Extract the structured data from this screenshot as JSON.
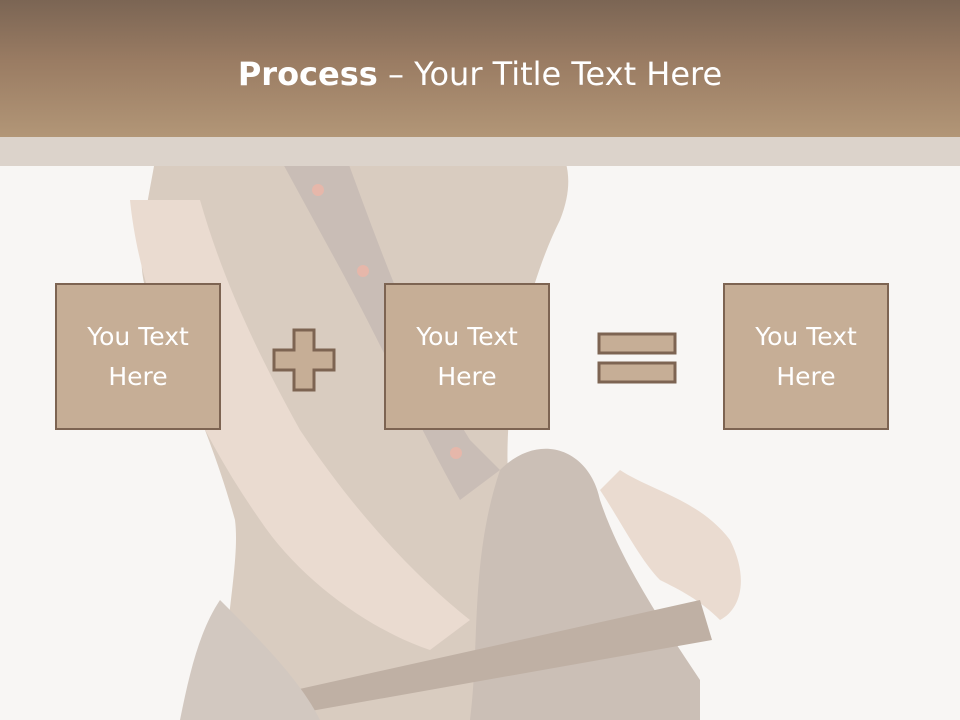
{
  "title": {
    "bold": "Process",
    "rest": " – Your Title Text Here"
  },
  "boxes": [
    {
      "text": "You Text Here"
    },
    {
      "text": "You Text Here"
    },
    {
      "text": "You Text Here"
    }
  ],
  "operators": {
    "plus": "plus-icon",
    "equals": "equals-icon"
  },
  "colors": {
    "header": "#9a7c63",
    "box_fill": "#c6ae96",
    "box_border": "#7d6452",
    "text": "#ffffff"
  }
}
